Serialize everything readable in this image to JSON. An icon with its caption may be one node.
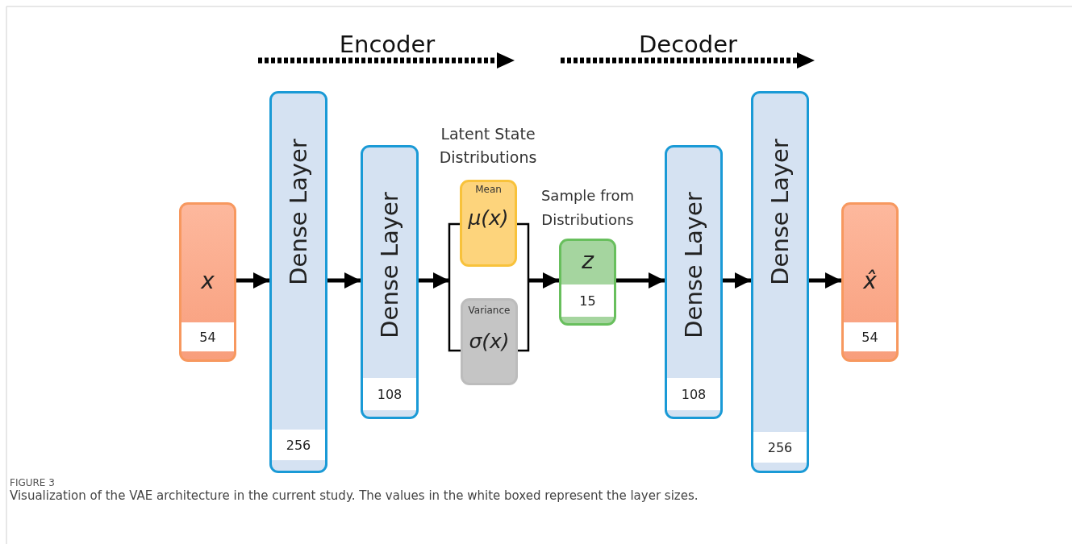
{
  "diagram": {
    "caption": "Visualization of the VAE architecture in the current study. The values in the white boxed represent the layer sizes.",
    "nodes": [
      {
        "text": [
          "x",
          "54"
        ]
      },
      {
        "text": [
          "Dense Layer",
          "256"
        ]
      },
      {
        "text": [
          "Dense Layer",
          "108"
        ]
      },
      {
        "text": [
          "Mean",
          "μ(x)"
        ]
      },
      {
        "text": [
          "Variance",
          "σ(x)"
        ]
      },
      {
        "text": [
          "z",
          "15"
        ],
        "beside": [
          "Sample from Distributions"
        ]
      },
      {
        "text": [
          "Dense Layer",
          "108"
        ]
      },
      {
        "text": [
          "Dense Layer",
          "256"
        ]
      },
      {
        "text": [
          "x̂",
          "54"
        ]
      }
    ],
    "edges": [
      {
        "from": 0,
        "to": 1,
        "arrow": "to"
      },
      {
        "from": 1,
        "to": 2,
        "arrow": "to"
      },
      {
        "from": 2,
        "to": 3,
        "arrow": "to"
      },
      {
        "from": 2,
        "to": 4,
        "arrow": "to"
      },
      {
        "from": 3,
        "to": 5,
        "arrow": "to"
      },
      {
        "from": 4,
        "to": 5,
        "arrow": "to"
      },
      {
        "from": 5,
        "to": 6,
        "arrow": "to"
      },
      {
        "from": 6,
        "to": 7,
        "arrow": "to"
      },
      {
        "from": 7,
        "to": 8,
        "arrow": "to"
      }
    ],
    "labels": [
      "Encoder",
      "Decoder",
      "Latent State Distributions",
      "FIGURE 3"
    ]
  }
}
